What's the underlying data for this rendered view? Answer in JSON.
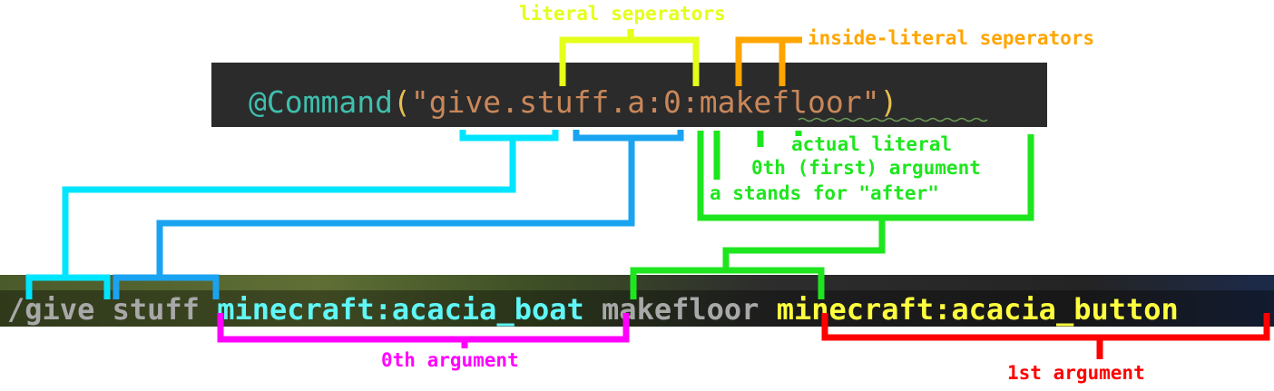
{
  "code": {
    "annotation": "@Command",
    "open_paren": "(",
    "quote_open": "\"",
    "seg_give": "give",
    "sep1": ".",
    "seg_stuff": "stuff",
    "sep2": ".",
    "seg_a": "a",
    "isep1": ":",
    "seg_0": "0",
    "isep2": ":",
    "seg_makefloor": "makefloor",
    "quote_close": "\"",
    "close_paren": ")"
  },
  "command_line": {
    "slash": "/",
    "give": "give",
    "stuff": "stuff",
    "arg0": "minecraft:acacia_boat",
    "literal": "makefloor",
    "arg1": "minecraft:acacia_button"
  },
  "labels": {
    "literal_separators": "literal seperators",
    "inside_literal_separators": "inside-literal seperators",
    "actual_literal": "actual literal",
    "zeroth_first_argument": "0th (first) argument",
    "a_stands_for": "a stands for \"after\"",
    "zeroth_argument": "0th argument",
    "first_argument": "1st argument"
  },
  "colors": {
    "literal_separators": "#e4ff1a",
    "inside_literal_separators": "#ffa500",
    "give_bracket": "#00e5ff",
    "stuff_bracket": "#1aa3f0",
    "green": "#1ee61e",
    "magenta": "#ff00ff",
    "red": "#ff0000",
    "code_bg": "#2b2b2b",
    "code_annotation": "#3fbfae",
    "code_string": "#c9875a",
    "code_paren": "#e8bf4f",
    "mc_white": "#e0e0e0",
    "mc_gray": "#a8a8a8",
    "mc_aqua": "#5ff7f7",
    "mc_yellow": "#fefe3f"
  }
}
